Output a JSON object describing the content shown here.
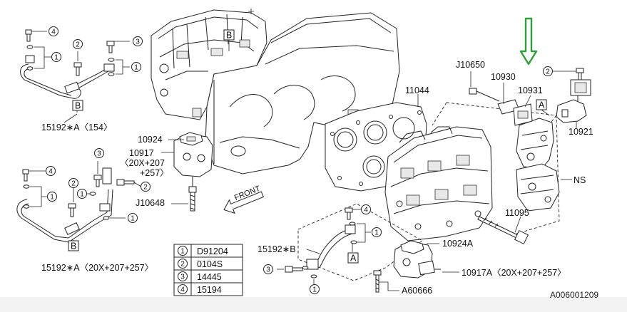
{
  "labels": {
    "p15192a154": "15192∗A〈154〉",
    "p10924": "10924",
    "p10917": "10917",
    "p10917_variant_1": "〈20X+207",
    "p10917_variant_2": "+257〉",
    "pJ10648": "J10648",
    "p15192a_multi": "15192∗A〈20X+207+257〉",
    "p11044": "11044",
    "pJ10650": "J10650",
    "p10930": "10930",
    "p10931": "10931",
    "p10921": "10921",
    "pNS": "NS",
    "p11095": "11095",
    "p10924a": "10924A",
    "p15192b": "15192∗B",
    "p10917a": "10917A〈20X+207+257〉",
    "pA60666": "A60666",
    "front": "FRONT",
    "ref_a": "A",
    "ref_b": "B",
    "diagram_id": "A006001209"
  },
  "legend": [
    {
      "num": "1",
      "code": "D91204"
    },
    {
      "num": "2",
      "code": "0104S"
    },
    {
      "num": "3",
      "code": "14445"
    },
    {
      "num": "4",
      "code": "15194"
    }
  ],
  "colors": {
    "line": "#222222",
    "indicator_arrow": "#2e9e3a"
  }
}
